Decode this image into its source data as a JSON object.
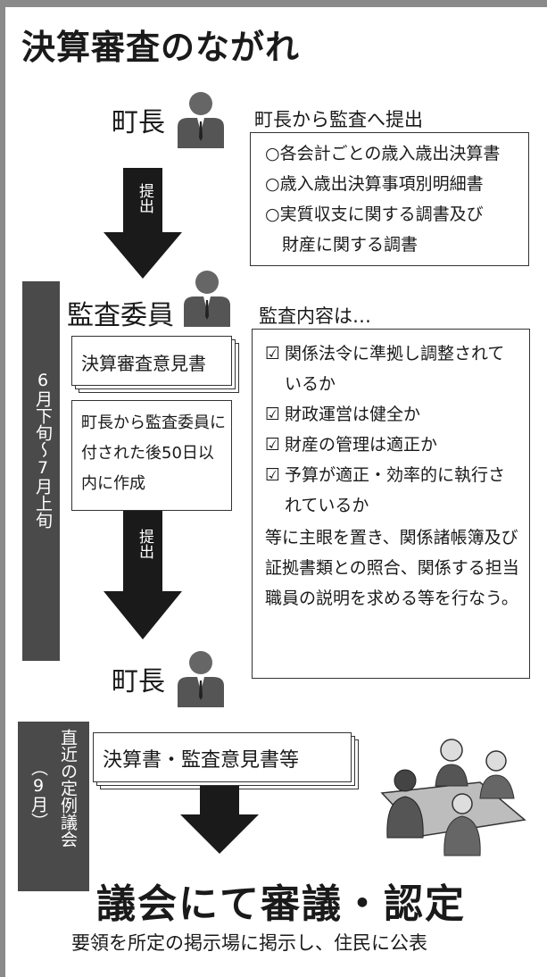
{
  "title": "決算審査のながれ",
  "mayor_label": "町長",
  "mayor_submit_heading": "町長から監査へ提出",
  "mayor_docs": [
    "○各会計ごとの歳入歳出決算書",
    "○歳入歳出決算事項別明細書",
    "○実質収支に関する調書及び",
    "　財産に関する調書"
  ],
  "submit_label": "提出",
  "auditor_label": "監査委員",
  "audit_heading": "監査内容は…",
  "audit_checks": [
    {
      "mark": "☑",
      "text": "関係法令に準拠し調整されているか"
    },
    {
      "mark": "☑",
      "text": "財政運営は健全か"
    },
    {
      "mark": "☑",
      "text": "財産の管理は適正か"
    },
    {
      "mark": "☑",
      "text": "予算が適正・効率的に執行されているか"
    }
  ],
  "audit_note": "等に主眼を置き、関係諸帳簿及び証拠書類との照合、関係する担当職員の説明を求める等を行なう。",
  "opinion_doc": "決算審査意見書",
  "deadline_text": "町長から監査委員に付された後50日以内に作成",
  "period_label": "6月下旬～7月上旬",
  "assembly_period": "直近の定例議会",
  "assembly_period_paren": "（9月）",
  "final_docs": "決算書・監査意見書等",
  "bottom_title": "議会にて審議・認定",
  "bottom_sub": "要領を所定の掲示場に掲示し、住民に公表",
  "colors": {
    "band": "#4a4a4a",
    "arrow": "#1a1a1a",
    "frame": "#8a8a8a"
  },
  "icons": [
    "person-icon",
    "meeting-illustration"
  ]
}
